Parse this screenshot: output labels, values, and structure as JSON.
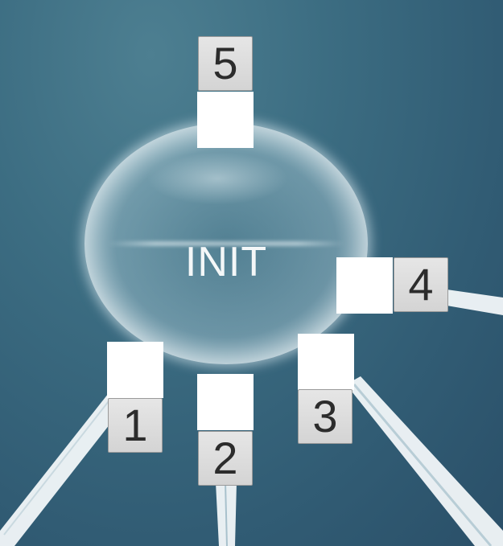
{
  "node": {
    "label": "INIT"
  },
  "ports": [
    {
      "id": "1",
      "label": "1"
    },
    {
      "id": "2",
      "label": "2"
    },
    {
      "id": "3",
      "label": "3"
    },
    {
      "id": "4",
      "label": "4"
    },
    {
      "id": "5",
      "label": "5"
    }
  ],
  "colors": {
    "background_top": "#4d7f91",
    "background_bottom": "#2a4f68",
    "socket": "#ffffff",
    "tag_fill": "#d9d9d9",
    "tag_text": "#2c2c2c",
    "node_text": "#f4f7f8"
  }
}
